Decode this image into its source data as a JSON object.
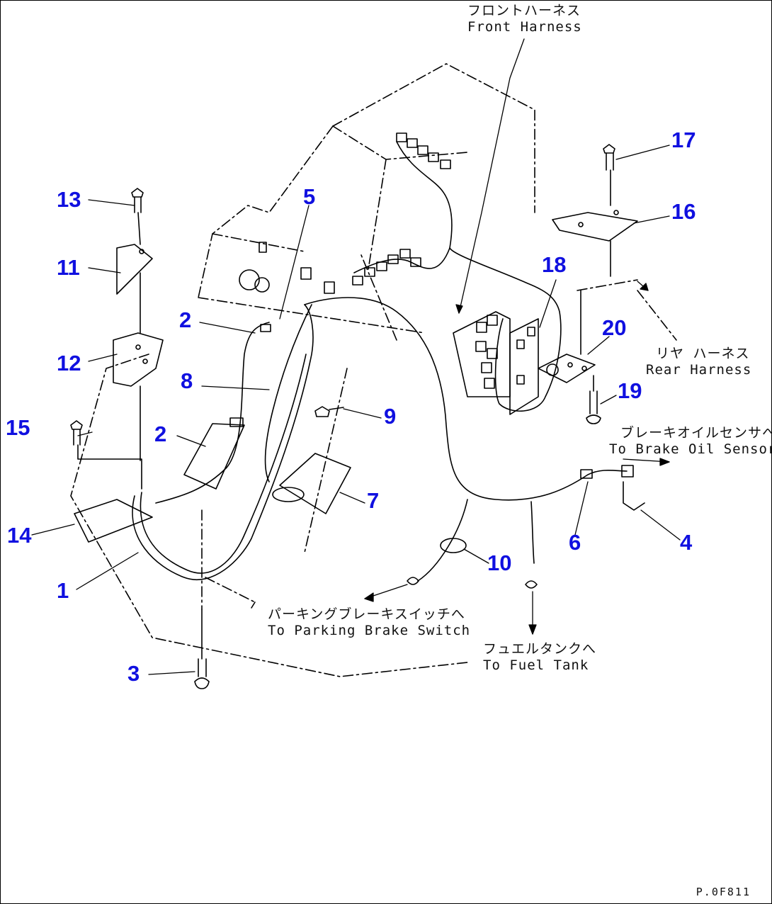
{
  "callouts": [
    "1",
    "2",
    "2",
    "3",
    "4",
    "5",
    "6",
    "7",
    "8",
    "9",
    "10",
    "11",
    "12",
    "13",
    "14",
    "15",
    "16",
    "17",
    "18",
    "19",
    "20"
  ],
  "notes": {
    "front_harness": {
      "jp": "フロントハーネス",
      "en": "Front Harness"
    },
    "rear_harness": {
      "jp": "リヤ ハーネス",
      "en": "Rear Harness"
    },
    "brake_oil_sensor": {
      "jp": "ブレーキオイルセンサへ",
      "en": "To Brake Oil Sensor"
    },
    "parking_brake_switch": {
      "jp": "パーキングブレーキスイッチへ",
      "en": "To Parking Brake Switch"
    },
    "fuel_tank": {
      "jp": "フュエルタンクへ",
      "en": "To Fuel Tank"
    }
  },
  "figure_code": "P.0F811",
  "colors": {
    "callout": "#1010e0",
    "line": "#000000"
  }
}
